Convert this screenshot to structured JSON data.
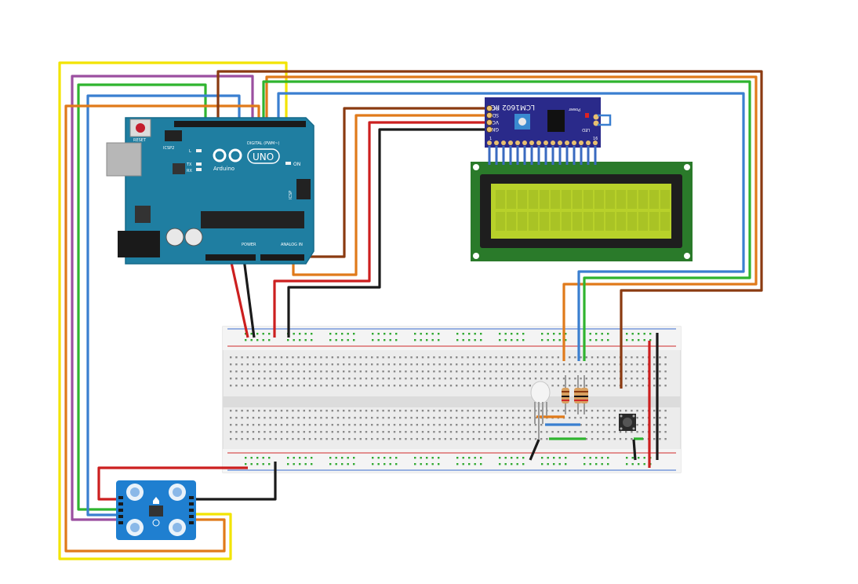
{
  "arduino": {
    "reset_label": "RESET",
    "icsp2_label": "ICSP2",
    "icsp_label": "ICSP",
    "brand": "Arduino",
    "model": "UNO",
    "digital_label": "DIGITAL (PWM~)",
    "power_label": "POWER",
    "analog_label": "ANALOG IN",
    "on_label": "ON",
    "led_l": "L",
    "led_tx": "TX",
    "led_rx": "RX"
  },
  "lcd_module": {
    "title": "LCM1602 IIC",
    "pins": [
      "SCL",
      "SDA",
      "VCC",
      "GND"
    ],
    "power_label": "Power",
    "led_label": "LED",
    "pin_one": "1",
    "pin_sixteen": "16"
  },
  "colors": {
    "wire_yellow": "#f2e400",
    "wire_purple": "#9b4fa0",
    "wire_green": "#2fb42f",
    "wire_blue": "#3a7fd0",
    "wire_orange": "#e07a1a",
    "wire_brown": "#8a3a10",
    "wire_red": "#cc1f1f",
    "wire_black": "#1a1a1a",
    "arduino_board": "#1f7ea1",
    "lcd_pcb": "#2a7a2a",
    "lcd_screen": "#b8d12a",
    "i2c_board": "#2a2a8a",
    "sensor_board": "#1f7fd0",
    "breadboard": "#ececec"
  },
  "icons": [
    "reset-button-icon",
    "arduino-logo-icon",
    "potentiometer-icon",
    "push-button-icon",
    "rgb-led-icon",
    "resistor-icon",
    "home-icon"
  ]
}
